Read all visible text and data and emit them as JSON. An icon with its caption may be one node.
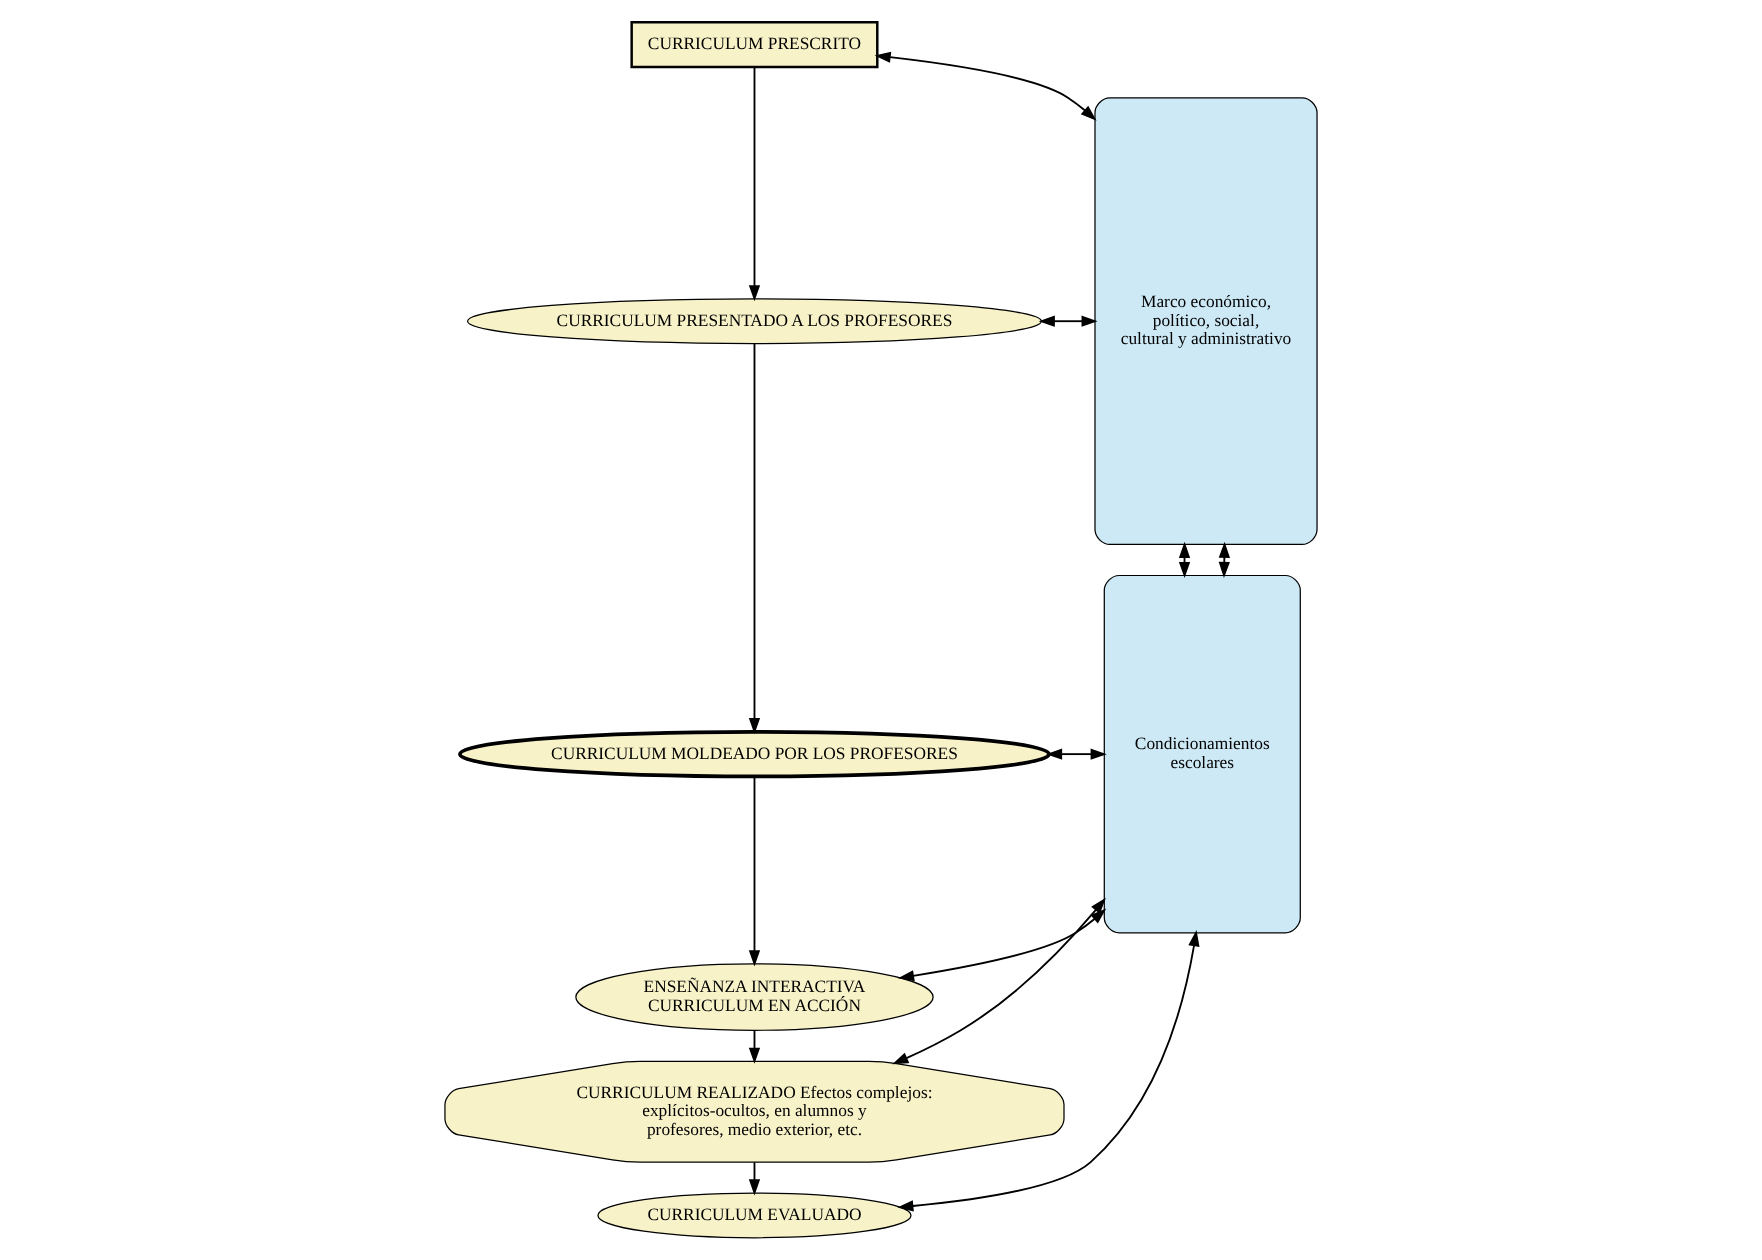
{
  "diagram": {
    "nodes": [
      {
        "text": [
          "CURRICULUM PRESCRITO"
        ]
      },
      {
        "text": [
          "CURRICULUM PRESENTADO A LOS PROFESORES"
        ]
      },
      {
        "text": [
          "CURRICULUM MOLDEADO POR LOS PROFESORES"
        ]
      },
      {
        "text": [
          "ENSEÑANZA INTERACTIVA CURRICULUM EN ACCIÓN"
        ]
      },
      {
        "text": [
          "CURRICULUM REALIZADO Efectos complejos: explícitos-ocultos, en alumnos y profesores, medio exterior, etc."
        ]
      },
      {
        "text": [
          "CURRICULUM EVALUADO"
        ]
      },
      {
        "text": [
          "Condicionamientos escolares"
        ]
      },
      {
        "text": [
          "Marco económico, político, social, cultural y administrativo"
        ]
      }
    ],
    "edges": [
      {
        "from": 0,
        "to": 1,
        "arrow": "to"
      },
      {
        "from": 1,
        "to": 2,
        "arrow": "to"
      },
      {
        "from": 2,
        "to": 3,
        "arrow": "to"
      },
      {
        "from": 3,
        "to": 4,
        "arrow": "to"
      },
      {
        "from": 4,
        "to": 5,
        "arrow": "to"
      },
      {
        "from": 0,
        "to": 7,
        "arrow": "both"
      },
      {
        "from": 1,
        "to": 7,
        "arrow": "both"
      },
      {
        "from": 2,
        "to": 6,
        "arrow": "both"
      },
      {
        "from": 3,
        "to": 6,
        "arrow": "both"
      },
      {
        "from": 4,
        "to": 6,
        "arrow": "both"
      },
      {
        "from": 5,
        "to": 6,
        "arrow": "both"
      },
      {
        "from": 6,
        "to": 7,
        "arrow": "both"
      },
      {
        "from": 6,
        "to": 7,
        "arrow": "both"
      }
    ]
  }
}
